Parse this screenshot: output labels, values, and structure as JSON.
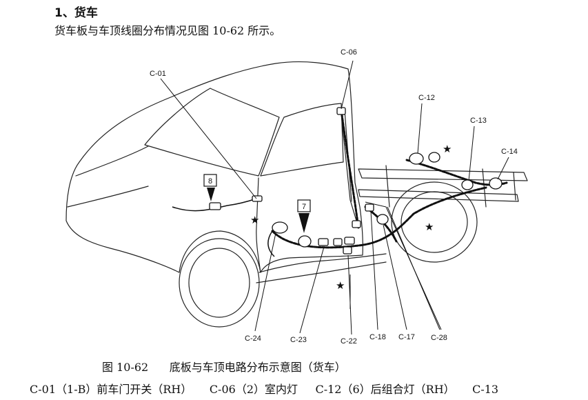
{
  "heading": "1、货车",
  "intro": "货车板与车顶线圈分布情况见图 10-62 所示。",
  "figure": {
    "caption_number": "图 10-62",
    "caption_text": "底板与车顶电路分布示意图（货车）",
    "boxed_numbers": [
      "8",
      "7"
    ],
    "star_symbol": "★",
    "connector_labels": {
      "c01": "C-01",
      "c06": "C-06",
      "c12": "C-12",
      "c13": "C-13",
      "c14": "C-14",
      "c24": "C-24",
      "c23": "C-23",
      "c22": "C-22",
      "c18": "C-18",
      "c17": "C-17",
      "c28": "C-28"
    }
  },
  "legend": [
    {
      "code": "C-01",
      "detail": "（1-B）前车门开关（RH）"
    },
    {
      "code": "C-06",
      "detail": "（2）室内灯"
    },
    {
      "code": "C-12",
      "detail": "（6）后组合灯（RH）"
    },
    {
      "code": "C-13",
      "detail": ""
    }
  ]
}
